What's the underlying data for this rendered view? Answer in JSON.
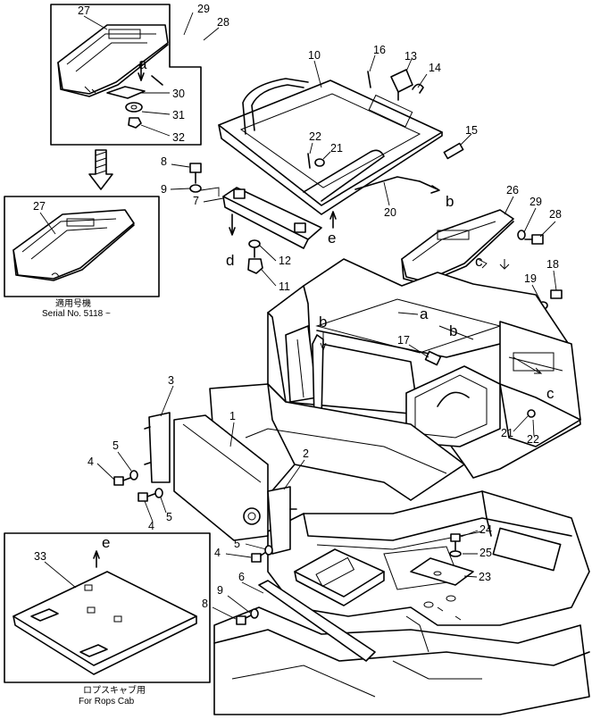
{
  "callouts": [
    "1",
    "2",
    "3",
    "4",
    "5",
    "6",
    "7",
    "8",
    "9",
    "10",
    "11",
    "12",
    "13",
    "14",
    "15",
    "16",
    "17",
    "18",
    "19",
    "20",
    "21",
    "22",
    "23",
    "24",
    "25",
    "26",
    "27",
    "28",
    "29",
    "30",
    "31",
    "32",
    "33"
  ],
  "letters": [
    "a",
    "b",
    "c",
    "d",
    "e"
  ],
  "captions": {
    "serial_jp": "適用号機",
    "serial_en": "Serial No. 5118 ~",
    "rops_jp": "ロプスキャブ用",
    "rops_en": "For Rops Cab"
  }
}
